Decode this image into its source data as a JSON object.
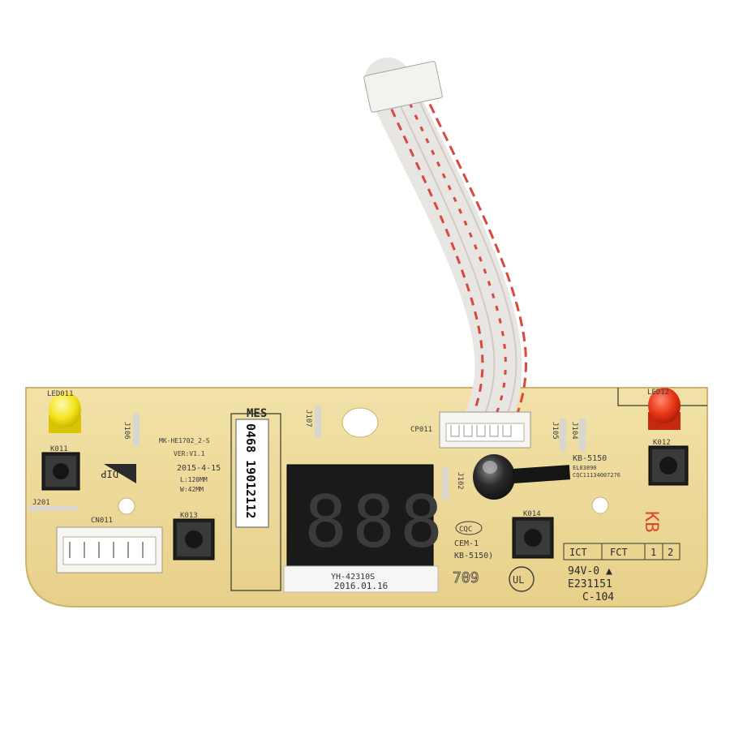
{
  "board": {
    "silk": {
      "led_left": "LED011",
      "led_right": "LED12",
      "j106": "J106",
      "j107": "J107",
      "j105": "J105",
      "j104": "J104",
      "j102": "J102",
      "j201": "J201",
      "mes": "MES",
      "model": "MK-HE1702_2-S",
      "ver": "VER:V1.1",
      "date": "2015-4-15",
      "length": "L:120MM",
      "width": "W:42MM",
      "dip": "DIP",
      "k011": "K011",
      "k013": "K013",
      "k012": "K012",
      "k014": "K014",
      "cn011": "CN011",
      "cp011": "CP011",
      "kb5150_top": "KB-5150",
      "cert_a": "EL03890",
      "cert_b": "CQC11134007276",
      "cqc": "CQC",
      "cem": "CEM-1",
      "kb5150_bottom": "KB-5150)",
      "ict": "ICT",
      "fct": "FCT",
      "cell1": "1",
      "cell2": "2",
      "kb_logo": "KB",
      "v094": "94V-0 ▲",
      "e_num": "E231151",
      "c104": "C-104",
      "mark_709": "709",
      "ul_logo": "UL"
    },
    "sticker": {
      "code": "0468 19012112"
    },
    "display": {
      "digits": "888",
      "label_top": "YH-42310S",
      "label_date": "2016.01.16"
    }
  }
}
